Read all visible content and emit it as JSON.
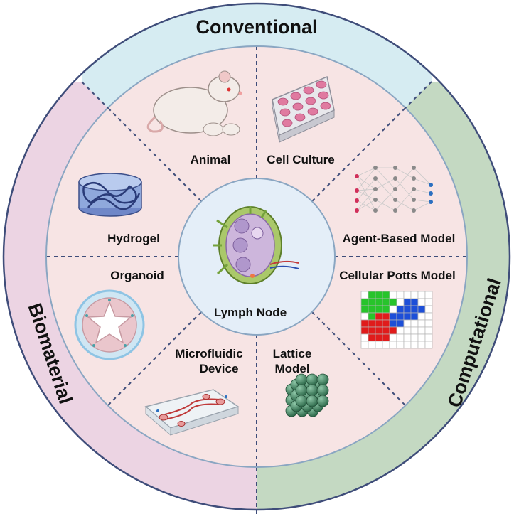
{
  "outer_ring": {
    "top_label": "Conventional",
    "right_label": "Computational",
    "left_label": "Biomaterial"
  },
  "segments": [
    {
      "label": "Animal",
      "icon": "mouse-icon"
    },
    {
      "label": "Cell Culture",
      "icon": "well-plate-icon"
    },
    {
      "label": "Agent-Based Model",
      "icon": "neural-network-icon"
    },
    {
      "label": "Cellular Potts Model",
      "icon": "pixel-grid-icon"
    },
    {
      "label_line1": "Lattice",
      "label_line2": "Model",
      "icon": "sphere-lattice-icon"
    },
    {
      "label_line1": "Microfluidic",
      "label_line2": "Device",
      "icon": "microfluidic-chip-icon"
    },
    {
      "label": "Organoid",
      "icon": "organoid-icon"
    },
    {
      "label": "Hydrogel",
      "icon": "hydrogel-icon"
    }
  ],
  "center": {
    "label": "Lymph Node",
    "icon": "lymph-node-icon"
  },
  "colors": {
    "conventional": "#d6ecf2",
    "computational": "#c4d9c2",
    "biomaterial": "#ecd4e3",
    "inner_fill": "#f7e4e4",
    "center_fill": "#e4eef8",
    "outline": "#3f4d7a"
  }
}
